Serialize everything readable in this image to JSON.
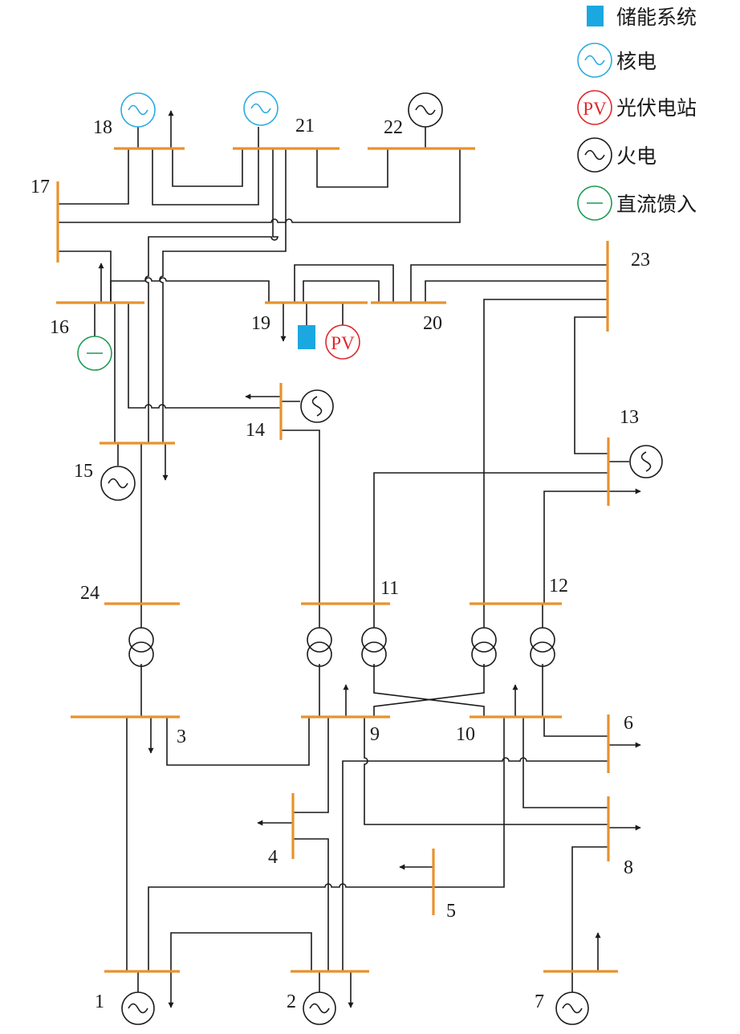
{
  "colors": {
    "bus": "#E8922C",
    "line": "#1a1a1a",
    "storage": "#1BA8E0",
    "nuclear": "#29ABE2",
    "pv": "#E0262B",
    "thermal": "#1a1a1a",
    "hvdc": "#1E9A55"
  },
  "legend": [
    {
      "symbol": "storage-square-icon",
      "label": "储能系统"
    },
    {
      "symbol": "nuclear-generator-icon",
      "label": "核电"
    },
    {
      "symbol": "pv-station-icon",
      "label": "光伏电站",
      "badge": "PV"
    },
    {
      "symbol": "thermal-generator-icon",
      "label": "火电"
    },
    {
      "symbol": "dc-infeed-icon",
      "label": "直流馈入"
    }
  ],
  "buses": {
    "b1": "1",
    "b2": "2",
    "b3": "3",
    "b4": "4",
    "b5": "5",
    "b6": "6",
    "b7": "7",
    "b8": "8",
    "b9": "9",
    "b10": "10",
    "b11": "11",
    "b12": "12",
    "b13": "13",
    "b14": "14",
    "b15": "15",
    "b16": "16",
    "b17": "17",
    "b18": "18",
    "b19": "19",
    "b20": "20",
    "b21": "21",
    "b22": "22",
    "b23": "23",
    "b24": "24"
  },
  "devices": {
    "pv_badge": "PV"
  }
}
